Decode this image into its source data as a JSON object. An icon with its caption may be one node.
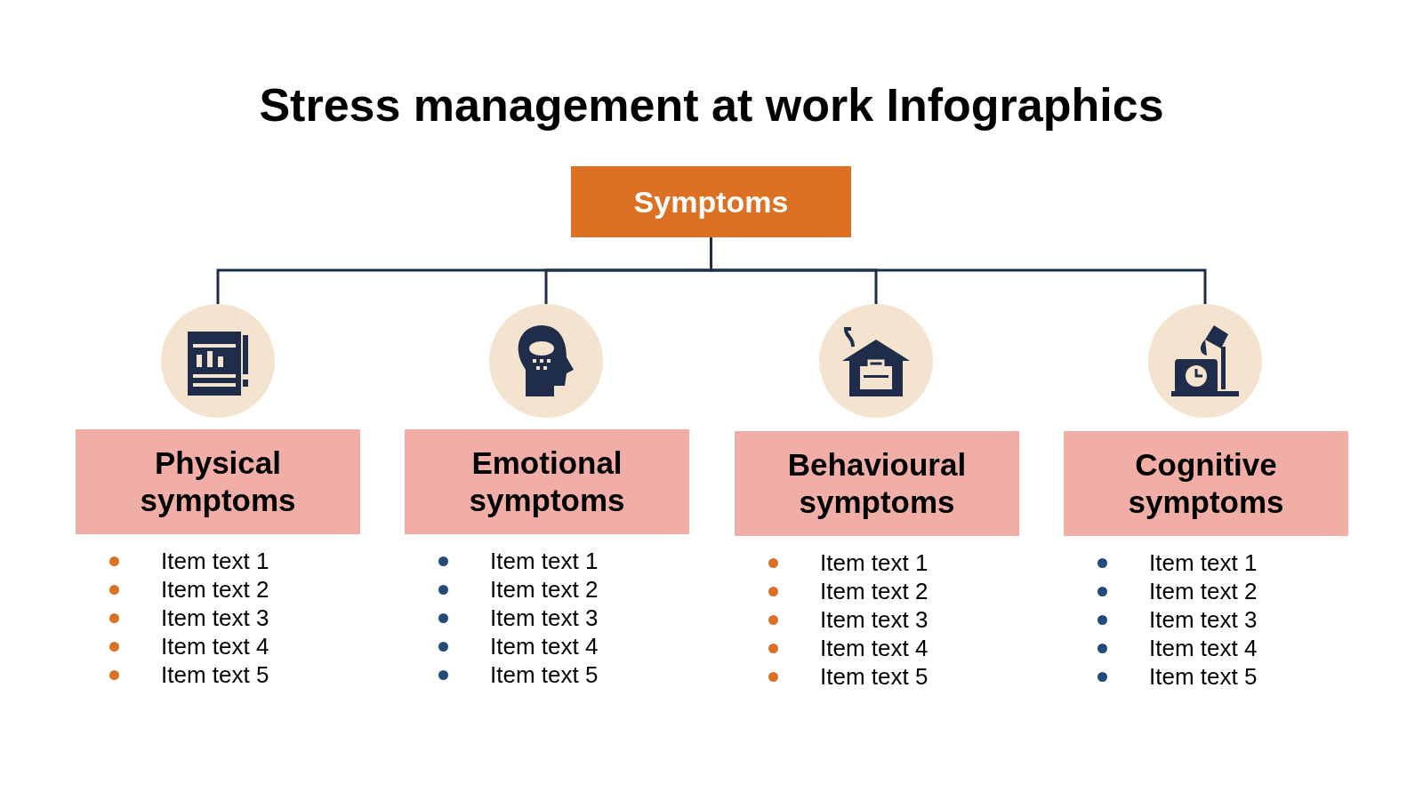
{
  "diagram": {
    "title": "Stress management at work Infographics",
    "nodes": [
      {
        "text": [
          "Symptoms"
        ]
      },
      {
        "text": [],
        "shape": "circle"
      },
      {
        "text": [],
        "shape": "circle"
      },
      {
        "text": [],
        "shape": "circle"
      },
      {
        "text": [],
        "shape": "circle"
      },
      {
        "text": [
          "Physical symptoms"
        ],
        "beside": [
          "Item text 1",
          "Item text 2",
          "Item text 3",
          "Item text 4",
          "Item text 5"
        ]
      },
      {
        "text": [
          "Emotional symptoms"
        ],
        "beside": [
          "Item text 1",
          "Item text 2",
          "Item text 3",
          "Item text 4",
          "Item text 5"
        ]
      },
      {
        "text": [
          "Behavioural symptoms"
        ],
        "beside": [
          "Item text 1",
          "Item text 2",
          "Item text 3",
          "Item text 4",
          "Item text 5"
        ]
      },
      {
        "text": [
          "Cognitive symptoms"
        ],
        "beside": [
          "Item text 1",
          "Item text 2",
          "Item text 3",
          "Item text 4",
          "Item text 5"
        ]
      }
    ],
    "edges": [
      {
        "from": 0,
        "to": 1,
        "arrow": "none"
      },
      {
        "from": 0,
        "to": 2,
        "arrow": "none"
      },
      {
        "from": 0,
        "to": 3,
        "arrow": "none"
      },
      {
        "from": 0,
        "to": 4,
        "arrow": "none"
      }
    ]
  }
}
